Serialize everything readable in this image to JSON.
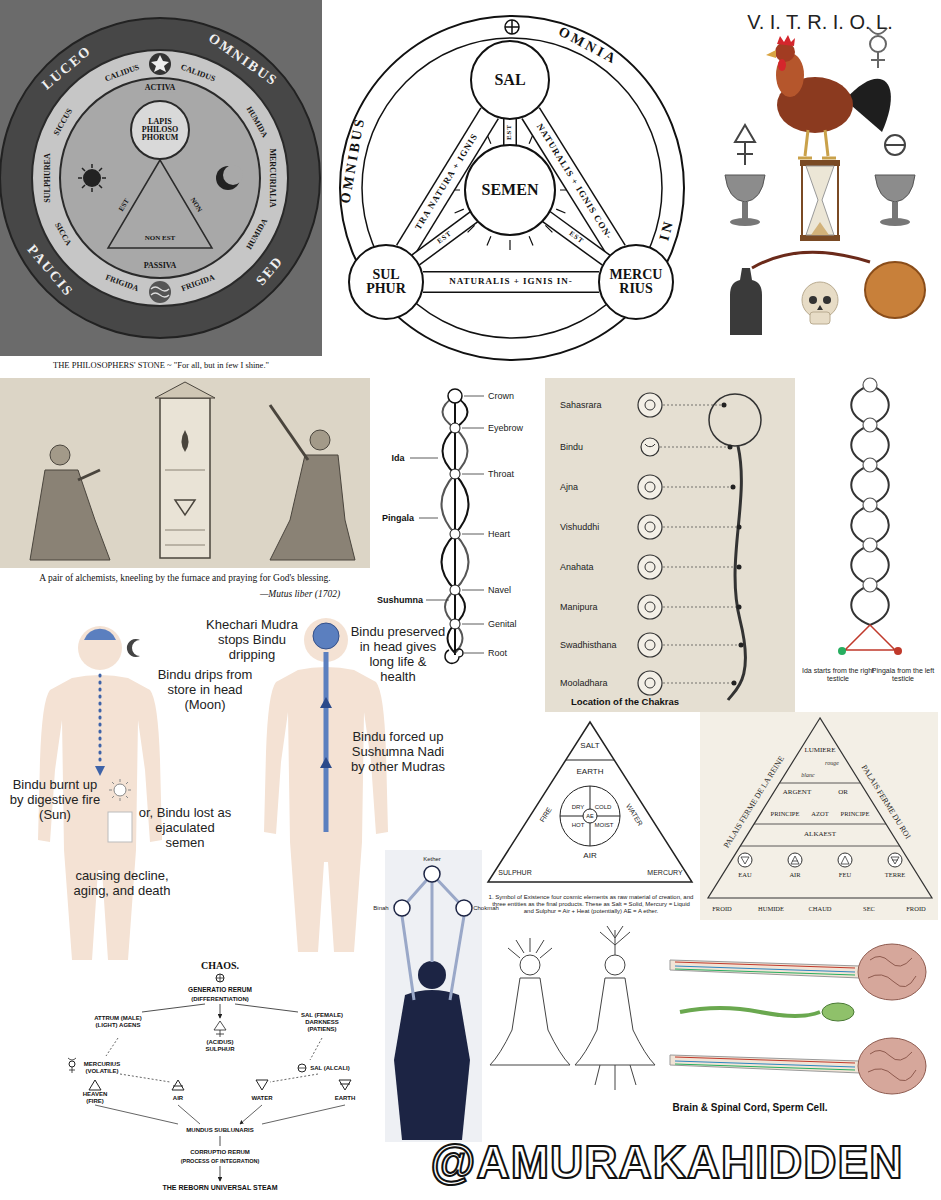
{
  "diagram": {
    "nodes": [
      {
        "text": [
          "LAPIS PHILOSO PHORUM"
        ]
      },
      {
        "text": [
          "SAL"
        ]
      },
      {
        "text": [
          "SEMEN"
        ]
      },
      {
        "text": [
          "SUL PHUR"
        ]
      },
      {
        "text": [
          "MERCU RIUS"
        ]
      }
    ],
    "edges": [
      {
        "from": 1,
        "to": 3,
        "arrow": "none",
        "label": "TRA NATURA + IGNIS"
      },
      {
        "from": 1,
        "to": 4,
        "arrow": "none",
        "label": "NATURALIS + IGNIS CON-"
      },
      {
        "from": 3,
        "to": 4,
        "arrow": "none",
        "label": "NATURALIS + IGNIS IN-"
      },
      {
        "from": 2,
        "to": 1,
        "arrow": "none",
        "label": "EST"
      },
      {
        "from": 2,
        "to": 3,
        "arrow": "none",
        "label": "EST"
      },
      {
        "from": 2,
        "to": 4,
        "arrow": "none",
        "label": "EST"
      }
    ],
    "labels": [
      "LUCEO",
      "OMNIBUS",
      "SED",
      "PAUCIS",
      "SICCUS",
      "CALIDUS",
      "CALIDUS",
      "HUMIDA",
      "ACTIVA",
      "SULPHUREA",
      "MERCURIALIA",
      "SICCA",
      "FRIGIDA",
      "FRIGIDA",
      "HUMIDA",
      "PASSIVA",
      "EST",
      "NON",
      "NON EST",
      "THE PHILOSOPHERS' STONE ~ \"For all, but in few I shine.\"",
      "OMNIA",
      "IN",
      "OMNIBUS",
      "V. I. T. R. I. O. L.",
      "A pair of alchemists, kneeling by the furnace and praying for God's blessing.",
      "—Mutus liber (1702)",
      "Crown",
      "Eyebrow",
      "Throat",
      "Heart",
      "Navel",
      "Genital",
      "Root",
      "Ida",
      "Pingala",
      "Sushumna",
      "Sahasrara",
      "Bindu",
      "Ajna",
      "Vishuddhi",
      "Anahata",
      "Manipura",
      "Swadhisthana",
      "Mooladhara",
      "Location of the Chakras",
      "Ida starts from the right testicle",
      "Pingala from the left testicle",
      "Bindu drips from store in head (Moon)",
      "Bindu burnt up by digestive fire (Sun)",
      "or, Bindu lost as ejaculated semen",
      "causing decline, aging, and death",
      "Khechari Mudra stops Bindu dripping",
      "Bindu preserved in head gives long life & health",
      "Bindu forced up Sushumna Nadi by other Mudras",
      "SALT",
      "EARTH",
      "FIRE",
      "WATER",
      "DRY",
      "COLD",
      "HOT",
      "MOIST",
      "AE",
      "AIR",
      "SULPHUR",
      "MERCURY",
      "1. Symbol of Existence four cosmic elements as raw material of creation, and three entities as the final products. These as Salt = Solid, Mercury = Liquid and Sulphur = Air + Heat (potentially) AE = A ether.",
      "PALAIS FERME DE LA REINE",
      "PALAIS FERME DU ROI",
      "LUMIERE",
      "rouge",
      "blanc",
      "ARGENT",
      "OR",
      "PRINCIPE",
      "AZOT",
      "PRINCIPE",
      "ALKAEST",
      "EAU",
      "AIR",
      "FEU",
      "TERRE",
      "FROID",
      "HUMIDE",
      "CHAUD",
      "SEC",
      "FROID",
      "CHAOS.",
      "GENERATIO RERUM",
      "(DIFFERENTIATION)",
      "ATTRUM (MALE) (LIGHT) AGENS",
      "(ACIDUS) SULPHUR",
      "SAL (FEMALE) DARKNESS (PATIENS)",
      "MERCURIUS (VOLATILE)",
      "SAL (ALCALI)",
      "HEAVEN (FIRE)",
      "AIR",
      "WATER",
      "EARTH",
      "MUNDUS SUBLUNARIS",
      "CORRUPTIO RERUM",
      "(PROCESS OF INTEGRATION)",
      "THE REBORN UNIVERSAL STEAM",
      "Kether",
      "Binah",
      "Chokmah",
      "Brain & Spinal Cord, Sperm Cell.",
      "@AMURAKAHIDDEN"
    ]
  }
}
